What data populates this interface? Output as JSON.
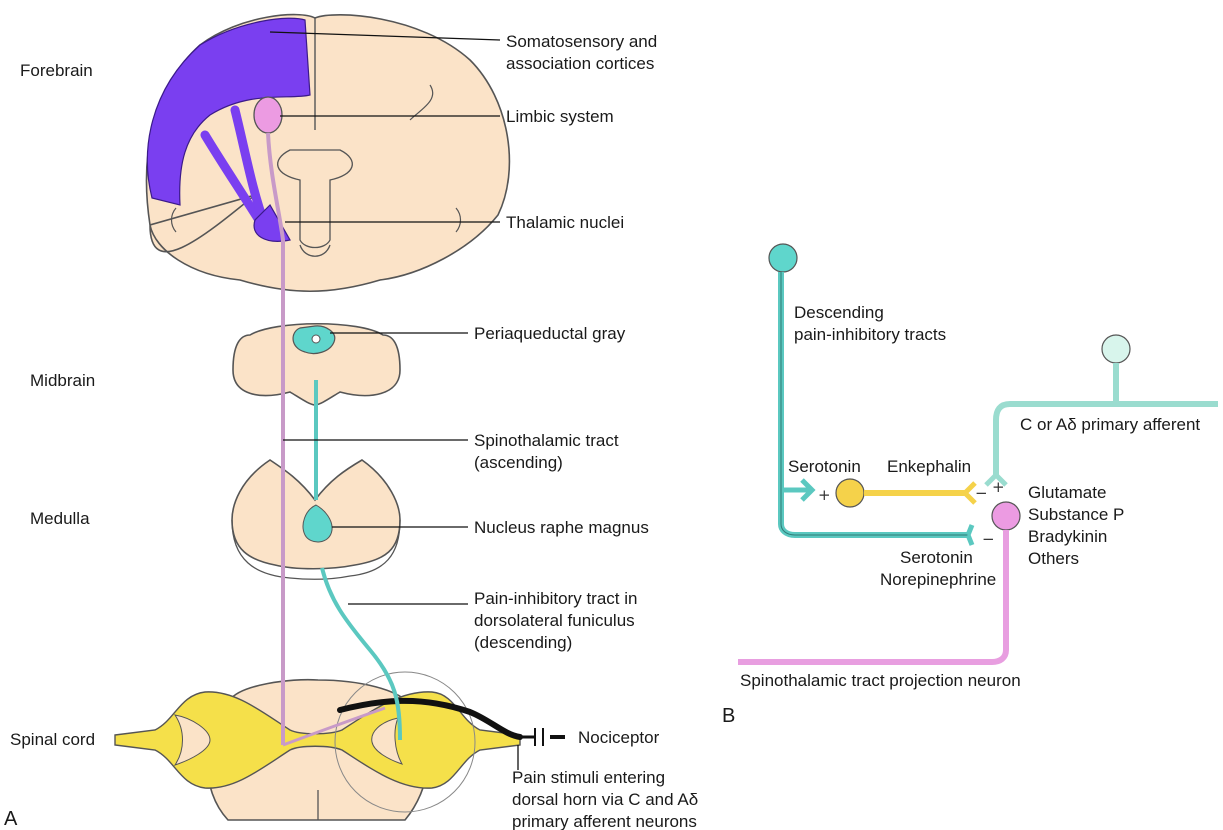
{
  "panel_a": {
    "letter": "A",
    "regions": {
      "forebrain": "Forebrain",
      "midbrain": "Midbrain",
      "medulla": "Medulla",
      "spinal_cord": "Spinal cord"
    },
    "callouts": {
      "cortices": [
        "Somatosensory and",
        "association cortices"
      ],
      "limbic": "Limbic system",
      "thalamic": "Thalamic nuclei",
      "pag": "Periaqueductal gray",
      "spinothalamic": [
        "Spinothalamic tract",
        "(ascending)"
      ],
      "raphe": "Nucleus raphe magnus",
      "inhibitory": [
        "Pain-inhibitory tract in",
        "dorsolateral funiculus",
        "(descending)"
      ],
      "nociceptor": "Nociceptor",
      "stimuli": [
        "Pain stimuli entering",
        "dorsal horn via C and Aδ",
        "primary afferent neurons"
      ]
    }
  },
  "panel_b": {
    "letter": "B",
    "descending": [
      "Descending",
      "pain-inhibitory tracts"
    ],
    "afferent": "C or Aδ primary afferent",
    "serotonin_top": "Serotonin",
    "enkephalin": "Enkephalin",
    "neurotransmitters": [
      "Glutamate",
      "Substance P",
      "Bradykinin",
      "Others"
    ],
    "serotonin_bottom": [
      "Serotonin",
      "Norepinephrine"
    ],
    "projection": "Spinothalamic tract projection neuron",
    "signs": {
      "plus": "+",
      "minus": "−"
    }
  },
  "colors": {
    "tissue": "#fbe3c8",
    "outline": "#555555",
    "cortex": "#7a3ff0",
    "limbic": "#ec9be2",
    "tract_ascending": "#c89ac8",
    "tract_descending": "#5bc8c0",
    "pag_fill": "#5fd6cc",
    "gray_matter": "#f5e04a",
    "enkephalin_cell": "#f5d24a",
    "afferent_cell": "#d8f5ec"
  }
}
